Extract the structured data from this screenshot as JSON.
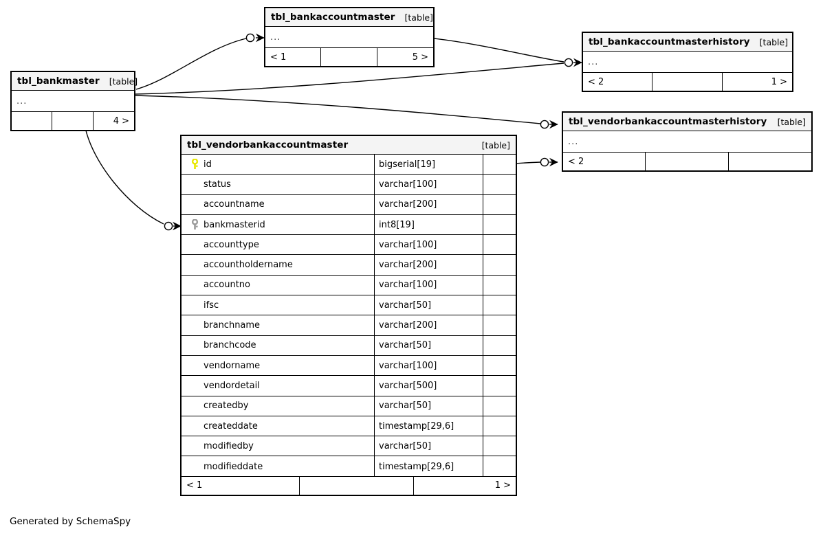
{
  "diagram": {
    "type": "entity-relationship-diagram",
    "generator_credit": "Generated by SchemaSpy",
    "kind_label": "[table]",
    "ellipsis": "...",
    "colors": {
      "background": "#ffffff",
      "table_header_fill": "#f4f4f4",
      "border": "#000000",
      "primary_key_icon": "#e8e800",
      "foreign_key_icon": "#9a9a9a",
      "edge": "#000000"
    }
  },
  "tables": [
    {
      "id": "tbl_bankaccountmaster",
      "name": "tbl_bankaccountmaster",
      "kind": "[table]",
      "collapsed": true,
      "body_ellipsis": "...",
      "footer": {
        "left": "< 1",
        "middle": "",
        "right": "5 >"
      }
    },
    {
      "id": "tbl_bankaccountmasterhistory",
      "name": "tbl_bankaccountmasterhistory",
      "kind": "[table]",
      "collapsed": true,
      "body_ellipsis": "...",
      "footer": {
        "left": "< 2",
        "middle": "",
        "right": "1 >"
      }
    },
    {
      "id": "tbl_bankmaster",
      "name": "tbl_bankmaster",
      "kind": "[table]",
      "collapsed": true,
      "body_ellipsis": "...",
      "footer": {
        "left": "",
        "middle": "",
        "right": "4 >"
      }
    },
    {
      "id": "tbl_vendorbankaccountmasterhistory",
      "name": "tbl_vendorbankaccountmasterhistory",
      "kind": "[table]",
      "collapsed": true,
      "body_ellipsis": "...",
      "footer": {
        "left": "< 2",
        "middle": "",
        "right": ""
      }
    },
    {
      "id": "tbl_vendorbankaccountmaster",
      "name": "tbl_vendorbankaccountmaster",
      "kind": "[table]",
      "collapsed": false,
      "footer": {
        "left": "< 1",
        "middle": "",
        "right": "1 >"
      },
      "columns": [
        {
          "key": "primary",
          "name": "id",
          "type": "bigserial[19]"
        },
        {
          "key": "none",
          "name": "status",
          "type": "varchar[100]"
        },
        {
          "key": "none",
          "name": "accountname",
          "type": "varchar[200]"
        },
        {
          "key": "foreign",
          "name": "bankmasterid",
          "type": "int8[19]"
        },
        {
          "key": "none",
          "name": "accounttype",
          "type": "varchar[100]"
        },
        {
          "key": "none",
          "name": "accountholdername",
          "type": "varchar[200]"
        },
        {
          "key": "none",
          "name": "accountno",
          "type": "varchar[100]"
        },
        {
          "key": "none",
          "name": "ifsc",
          "type": "varchar[50]"
        },
        {
          "key": "none",
          "name": "branchname",
          "type": "varchar[200]"
        },
        {
          "key": "none",
          "name": "branchcode",
          "type": "varchar[50]"
        },
        {
          "key": "none",
          "name": "vendorname",
          "type": "varchar[100]"
        },
        {
          "key": "none",
          "name": "vendordetail",
          "type": "varchar[500]"
        },
        {
          "key": "none",
          "name": "createdby",
          "type": "varchar[50]"
        },
        {
          "key": "none",
          "name": "createddate",
          "type": "timestamp[29,6]"
        },
        {
          "key": "none",
          "name": "modifiedby",
          "type": "varchar[50]"
        },
        {
          "key": "none",
          "name": "modifieddate",
          "type": "timestamp[29,6]"
        }
      ]
    }
  ],
  "relationships": [
    {
      "from": "tbl_bankmaster",
      "to": "tbl_bankaccountmaster",
      "marker": "circle-crowsfoot"
    },
    {
      "from": "tbl_bankmaster",
      "to": "tbl_bankaccountmasterhistory",
      "marker": "circle-crowsfoot"
    },
    {
      "from": "tbl_bankaccountmaster",
      "to": "tbl_bankaccountmasterhistory",
      "marker": "circle-crowsfoot"
    },
    {
      "from": "tbl_bankmaster",
      "to": "tbl_vendorbankaccountmasterhistory",
      "marker": "circle-crowsfoot"
    },
    {
      "from": "tbl_bankmaster",
      "to": "tbl_vendorbankaccountmaster",
      "marker": "circle-crowsfoot"
    },
    {
      "from": "tbl_vendorbankaccountmaster",
      "to": "tbl_vendorbankaccountmasterhistory",
      "marker": "circle-crowsfoot"
    }
  ]
}
